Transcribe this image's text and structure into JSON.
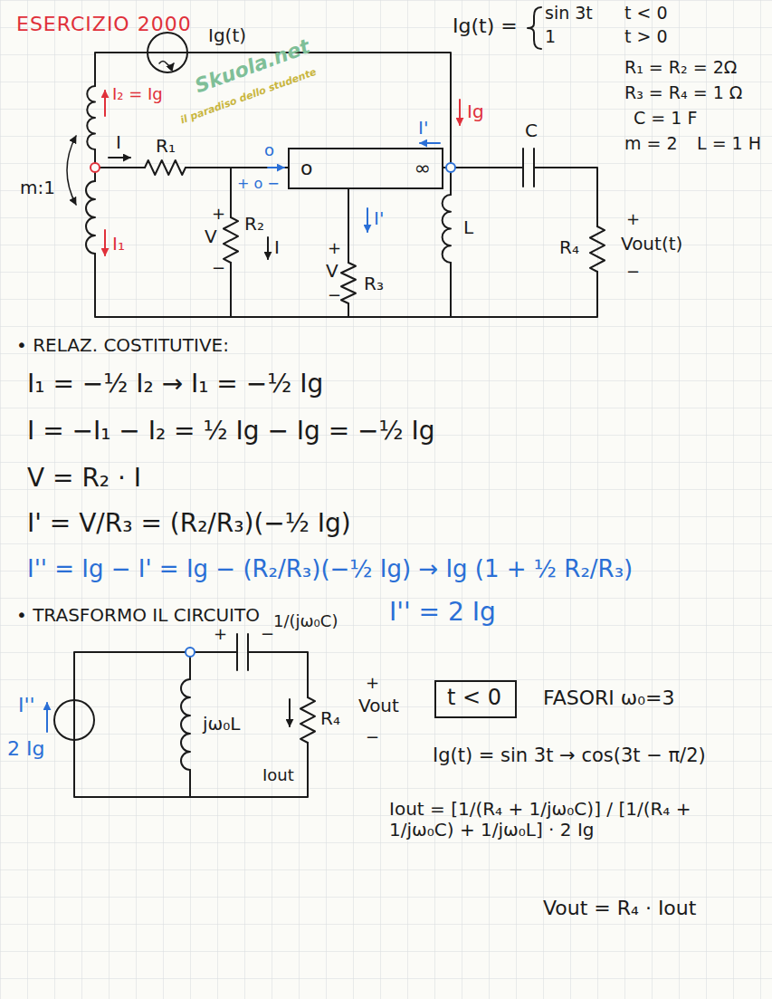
{
  "diagram": {
    "title": "ESERCIZIO 2000",
    "nodes": [
      {
        "text": [
          "o",
          "∞"
        ]
      },
      {
        "text": [
          "t < 0"
        ]
      }
    ],
    "labels": [
      "Ig(t) =",
      "sin 3t",
      "t < 0",
      "1",
      "t > 0",
      "R₁ = R₂ = 2Ω",
      "R₃ = R₄ = 1 Ω",
      "C = 1 F",
      "m = 2",
      "L = 1 H",
      "Ig(t)",
      "Skuola.net",
      "il paradiso dello studente",
      "I₂ = Ig",
      "m:1",
      "I",
      "R₁",
      "o",
      "+ o −",
      "Ig",
      "I'",
      "C",
      "I₁",
      "+",
      "V",
      "−",
      "R₂",
      "I",
      "+",
      "V",
      "−",
      "R₃",
      "I'",
      "L",
      "R₄",
      "+",
      "Vout(t)",
      "−",
      "• RELAZ. COSTITUTIVE:",
      "I₁ = −½ I₂ → I₁ = −½ Ig",
      "I = −I₁ − I₂ = ½ Ig − Ig = −½ Ig",
      "V = R₂ · I",
      "I' = V/R₃ = (R₂/R₃)(−½ Ig)",
      "I'' = Ig − I' = Ig − (R₂/R₃)(−½ Ig) → Ig (1 + ½ R₂/R₃)",
      "• TRASFORMO IL CIRCUITO",
      "I'' = 2 Ig",
      "+",
      "−",
      "1/(jω₀C)",
      "I''",
      "2 Ig",
      "jω₀L",
      "R₄",
      "+",
      "Vout",
      "−",
      "Iout",
      "FASORI ω₀=3",
      "Ig(t) = sin 3t → cos(3t − π/2)",
      "Iout = [1/(R₄ + 1/jω₀C)] / [1/(R₄ + 1/jω₀C) + 1/jω₀L] · 2 Ig",
      "Vout = R₄ · Iout"
    ]
  }
}
